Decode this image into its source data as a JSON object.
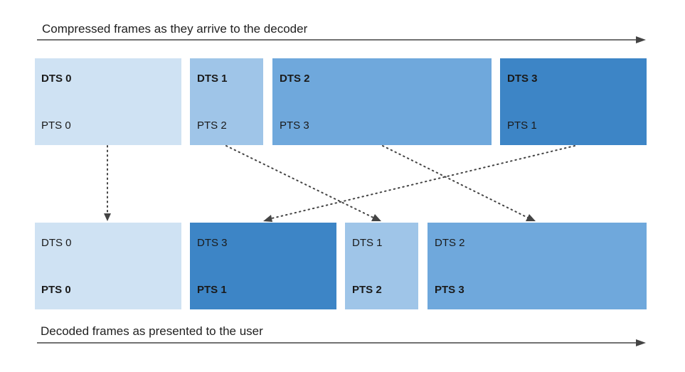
{
  "top_caption": "Compressed frames as they arrive to the decoder",
  "bottom_caption": "Decoded frames as presented to the user",
  "colors": {
    "shade_1": "#cfe2f3",
    "shade_2": "#9fc5e8",
    "shade_3": "#6fa8dc",
    "shade_4": "#3d85c6",
    "arrow": "#444444",
    "text_dark": "#1a1a1a",
    "text_light": "#ffffff"
  },
  "arrival_frames": [
    {
      "dts": "DTS 0",
      "pts": "PTS 0"
    },
    {
      "dts": "DTS 1",
      "pts": "PTS 2"
    },
    {
      "dts": "DTS 2",
      "pts": "PTS 3"
    },
    {
      "dts": "DTS 3",
      "pts": "PTS 1"
    }
  ],
  "presentation_frames": [
    {
      "dts": "DTS 0",
      "pts": "PTS 0"
    },
    {
      "dts": "DTS 3",
      "pts": "PTS 1"
    },
    {
      "dts": "DTS 1",
      "pts": "PTS 2"
    },
    {
      "dts": "DTS 2",
      "pts": "PTS 3"
    }
  ]
}
